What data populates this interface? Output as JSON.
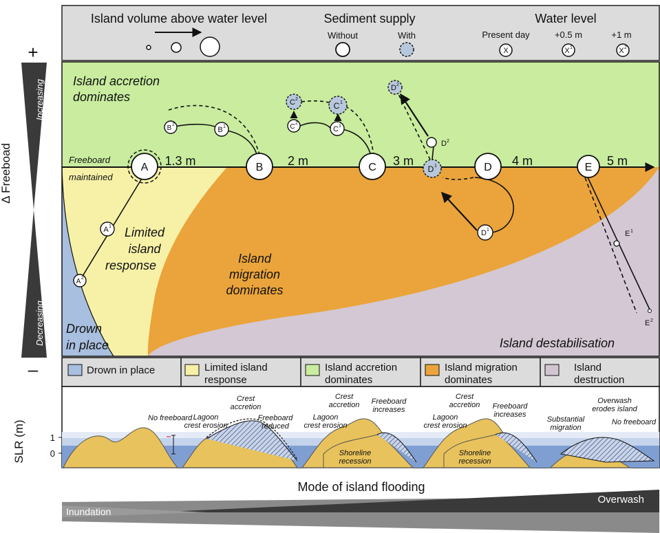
{
  "legend": {
    "volume_title": "Island volume above water level",
    "sediment_title": "Sediment supply",
    "sediment_without": "Without",
    "sediment_with": "With",
    "water_title": "Water level",
    "water_present": "Present day",
    "water_plus05": "+0.5 m",
    "water_plus1": "+1 m",
    "sym_x": "X",
    "sym_x1": "1",
    "sym_x2": "2"
  },
  "axis": {
    "plus": "+",
    "minus": "–",
    "increasing": "Increasing",
    "decreasing": "Decreasing",
    "label": "Δ Freeboad"
  },
  "regions": {
    "accretion_line1": "Island accretion",
    "accretion_line2": "dominates",
    "limited_line1": "Limited",
    "limited_line2": "island",
    "limited_line3": "response",
    "migration_line1": "Island",
    "migration_line2": "migration",
    "migration_line3": "dominates",
    "drown_line1": "Drown",
    "drown_line2": "in place",
    "destab": "Island destabilisation",
    "freeboard_line1": "Freeboard",
    "freeboard_line2": "maintained"
  },
  "islands": {
    "A": "A",
    "B": "B",
    "C": "C",
    "D": "D",
    "E": "E",
    "dist_A": "1.3 m",
    "dist_B": "2 m",
    "dist_C": "3 m",
    "dist_D": "4 m",
    "dist_E": "5 m",
    "sup1": "1",
    "sup2": "2"
  },
  "categories": [
    {
      "label1": "Drown in place",
      "label2": "",
      "color": "#a9bfdf"
    },
    {
      "label1": "Limited island",
      "label2": "response",
      "color": "#f7f1a8"
    },
    {
      "label1": "Island accretion",
      "label2": "dominates",
      "color": "#c9ec9f"
    },
    {
      "label1": "Island migration",
      "label2": "dominates",
      "color": "#eaa43b"
    },
    {
      "label1": "Island",
      "label2": "destruction",
      "color": "#d0c5d1"
    }
  ],
  "profiles": {
    "slr_label": "SLR (m)",
    "tick_1": "1",
    "tick_0": "0",
    "p1_no_freeboard": "No freeboard",
    "p2_crest": "Crest",
    "p2_accretion": "accretion",
    "p2_lagoon": "Lagoon",
    "p2_crest_erosion": "crest erosion",
    "p2_freeboard": "Freeboard",
    "p2_reduced": "reduced",
    "p3_crest": "Crest",
    "p3_accretion": "accretion",
    "p3_freeboard": "Freeboard",
    "p3_increases": "increases",
    "p3_lagoon": "Lagoon",
    "p3_crest_erosion": "crest erosion",
    "p3_shoreline": "Shoreline",
    "p3_recession": "recession",
    "p4_crest": "Crest",
    "p4_accretion": "accretion",
    "p4_freeboard": "Freeboard",
    "p4_increases": "increases",
    "p4_lagoon": "Lagoon",
    "p4_crest_erosion": "crest erosion",
    "p4_shoreline": "Shoreline",
    "p4_recession": "recession",
    "p5_overwash": "Overwash",
    "p5_erodes": "erodes island",
    "p5_substantial": "Substantial",
    "p5_migration": "migration",
    "p5_no_freeboard": "No freeboard"
  },
  "flooding": {
    "title": "Mode of island flooding",
    "inundation": "Inundation",
    "overwash": "Overwash"
  }
}
